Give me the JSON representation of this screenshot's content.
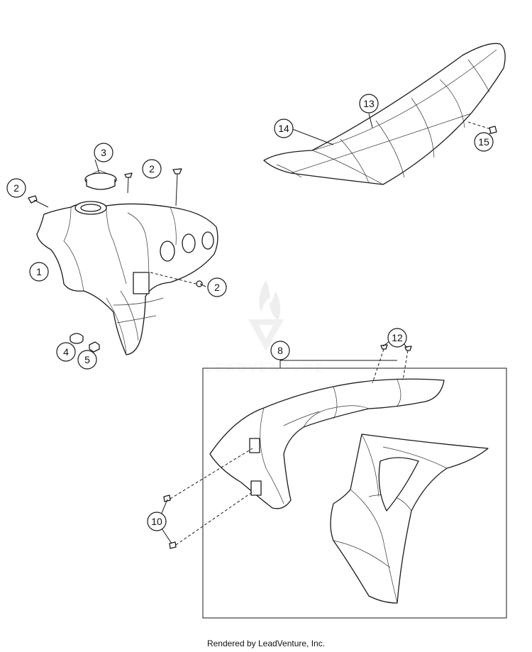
{
  "watermark": {
    "text": "LEADVENTURE"
  },
  "footer": {
    "text": "Rendered by LeadVenture, Inc."
  },
  "callouts": [
    "1",
    "2",
    "3",
    "4",
    "5",
    "8",
    "10",
    "12",
    "13",
    "14",
    "15"
  ]
}
